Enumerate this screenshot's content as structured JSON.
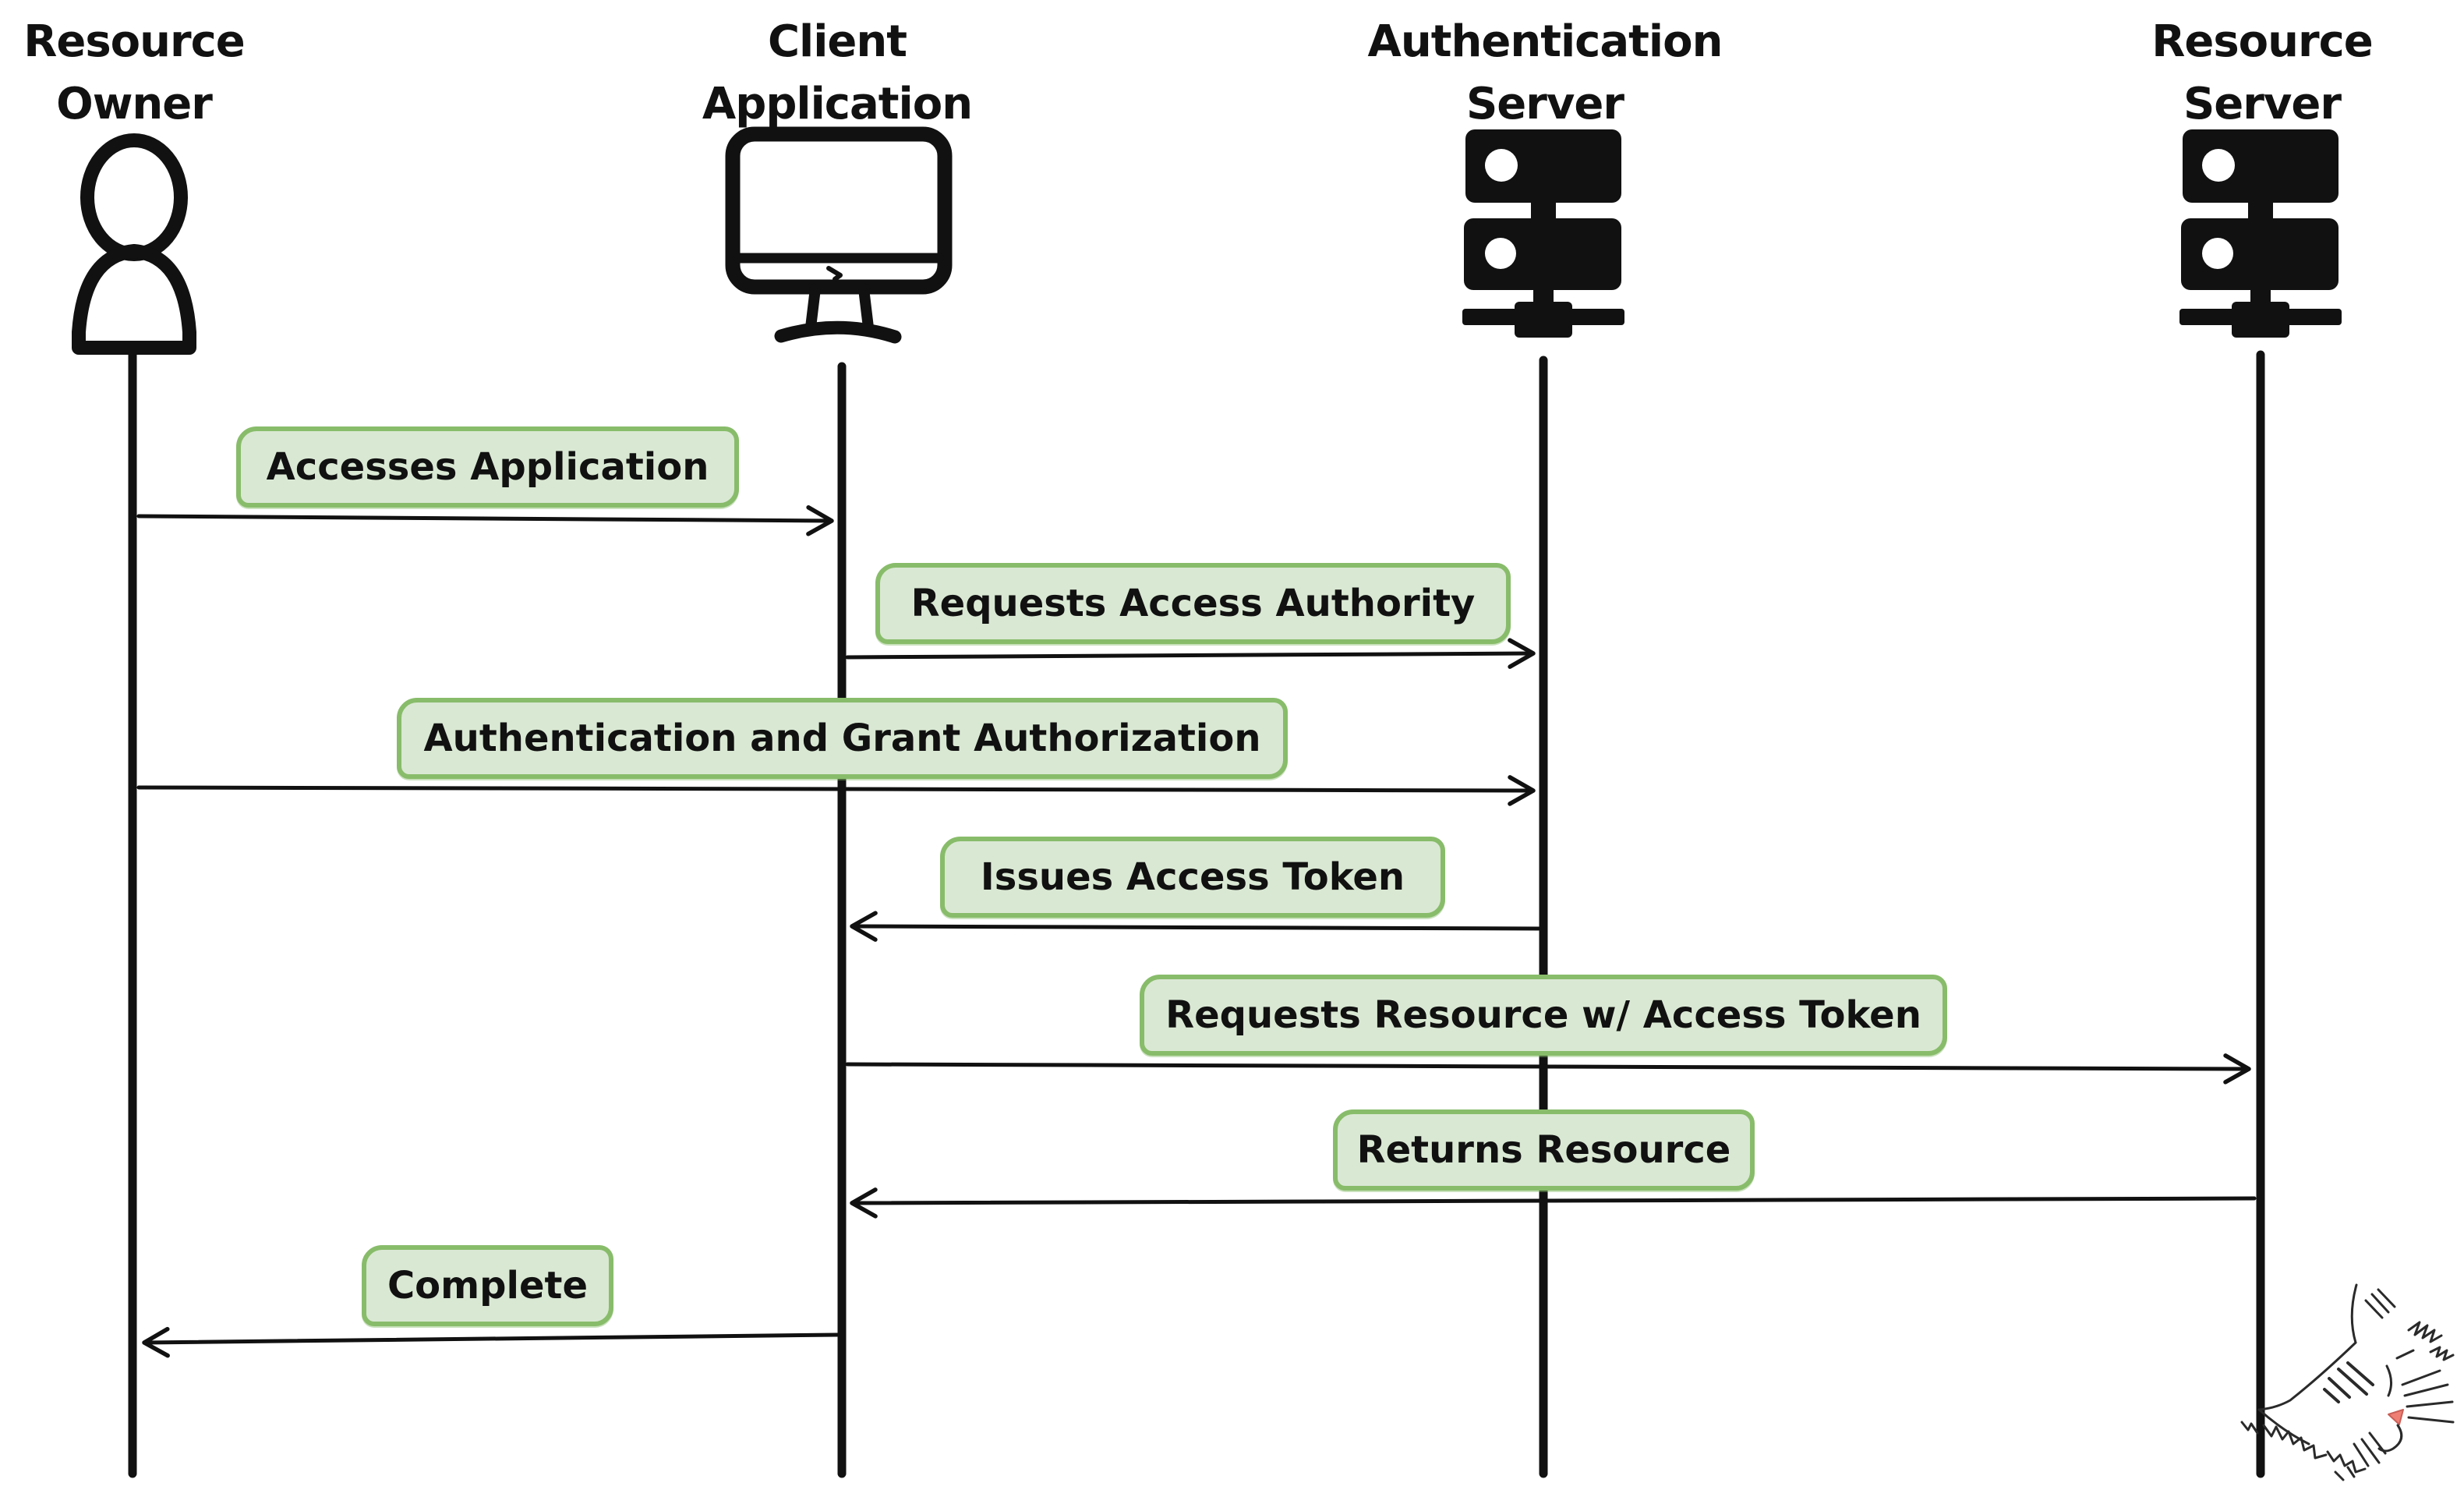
{
  "diagram_type": "sequence-diagram",
  "actors": [
    {
      "name": "Resource Owner",
      "line1": "Resource",
      "line2": "Owner",
      "icon": "person-icon"
    },
    {
      "name": "Client Application",
      "line1": "Client",
      "line2": "Application",
      "icon": "monitor-icon"
    },
    {
      "name": "Authentication Server",
      "line1": "Authentication",
      "line2": "Server",
      "icon": "server-icon"
    },
    {
      "name": "Resource Server",
      "line1": "Resource",
      "line2": "Server",
      "icon": "server-icon"
    }
  ],
  "messages": [
    {
      "label": "Accesses Application",
      "from": "Resource Owner",
      "to": "Client Application",
      "direction": "right"
    },
    {
      "label": "Requests Access Authority",
      "from": "Client Application",
      "to": "Authentication Server",
      "direction": "right"
    },
    {
      "label": "Authentication and Grant Authorization",
      "from": "Resource Owner",
      "to": "Authentication Server",
      "direction": "right"
    },
    {
      "label": "Issues Access Token",
      "from": "Authentication Server",
      "to": "Client Application",
      "direction": "left"
    },
    {
      "label": "Requests Resource w/ Access Token",
      "from": "Client Application",
      "to": "Resource Server",
      "direction": "right"
    },
    {
      "label": "Returns Resource",
      "from": "Resource Server",
      "to": "Client Application",
      "direction": "left"
    },
    {
      "label": "Complete",
      "from": "Client Application",
      "to": "Resource Owner",
      "direction": "left"
    }
  ],
  "decoration": {
    "type": "cat-doodle",
    "position": "bottom-right"
  },
  "colors": {
    "background": "#ffffff",
    "stroke": "#111111",
    "label_fill": "#d9e8d3",
    "label_border": "#88bc6a",
    "cat_nose": "#ee7f75"
  }
}
